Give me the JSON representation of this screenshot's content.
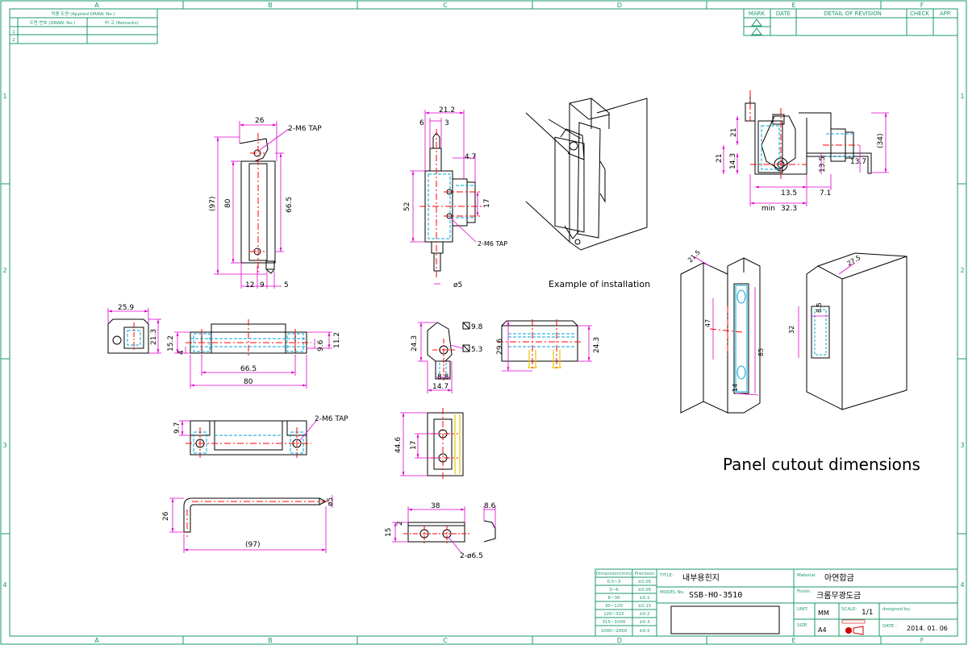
{
  "grid": {
    "columns": [
      "A",
      "B",
      "C",
      "D",
      "E",
      "F"
    ],
    "rows": [
      "1",
      "2",
      "3",
      "4"
    ]
  },
  "applied_table": {
    "header": "적용 도면 (Applied DRAW. No.)",
    "col1": "도면 번호 (DRAW. No.)",
    "col2": "비 고 (Remarks)",
    "rows": [
      "1",
      "2"
    ]
  },
  "revision_table": {
    "mark": "MARK",
    "date": "DATE",
    "detail": "DETAIL OF REVISION",
    "check": "CHECK",
    "app": "APP."
  },
  "labels": {
    "installation": "Example of installation",
    "panel_cutout": "Panel cutout dimensions",
    "tap1": "2-M6 TAP",
    "tap2": "2-M6 TAP",
    "tap3": "2-M6 TAP",
    "hole": "2-ø6.5"
  },
  "dims": {
    "front_width": "26",
    "front_97": "(97)",
    "front_80": "80",
    "front_665": "66.5",
    "front_b12": "12",
    "front_b9": "9",
    "front_b5": "5",
    "side_212": "21.2",
    "side_6": "6",
    "side_3": "3",
    "side_47": "4.7",
    "side_52": "52",
    "side_17": "17",
    "side_d5": "ø5",
    "iso_21a": "21",
    "iso_21b": "21",
    "iso_143": "14.3",
    "iso_135a": "13.5",
    "iso_135b": "13.5",
    "iso_137": "13.7",
    "iso_34": "(34)",
    "iso_71": "7.1",
    "iso_min": "min",
    "iso_323": "32.3",
    "end_259": "25.9",
    "end_213": "21.3",
    "top_152": "15.2",
    "top_4": "4",
    "top_112": "11.2",
    "top_96": "9.6",
    "top_665": "66.5",
    "top_80": "80",
    "part_243": "24.3",
    "part_98": "9.8",
    "part_53": "5.3",
    "part_88": "8.8",
    "part_147": "14.7",
    "blk_296": "29.6",
    "blk_243": "24.3",
    "bot_97": "9.7",
    "plate_446": "44.6",
    "plate_17": "17",
    "rod_26": "26",
    "rod_d5": "ø5",
    "rod_97": "(97)",
    "strip_38": "38",
    "strip_15": "15",
    "strip_2": "2",
    "strip_86": "8.6",
    "pan_215": "21.5",
    "pan_47": "47",
    "pan_85": "85",
    "pan_14": "14",
    "pan2_275": "27.5",
    "pan2_32": "32",
    "pan2_85": "8.5"
  },
  "title_block": {
    "dim_header": "Dimension(mm)",
    "prec_header": "Precision",
    "tolerances": [
      {
        "range": "0.5~3",
        "tol": "±0.05"
      },
      {
        "range": "3~6",
        "tol": "±0.05"
      },
      {
        "range": "6~30",
        "tol": "±0.1"
      },
      {
        "range": "30~120",
        "tol": "±0.15"
      },
      {
        "range": "120~315",
        "tol": "±0.2"
      },
      {
        "range": "315~1000",
        "tol": "±0.3"
      },
      {
        "range": "1000~2000",
        "tol": "±0.5"
      }
    ],
    "title_label": "TITLE:",
    "title_value": "내부용힌지",
    "model_label": "MODEL No.",
    "model_value": "SSB-HO-3510",
    "material_label": "Material:",
    "material_value": "아연합금",
    "finish_label": "Finish:",
    "finish_value": "크롬무광도금",
    "unit_label": "UNIT:",
    "unit_value": "MM",
    "scale_label": "SCALE:",
    "scale_value": "1/1",
    "designed_label": "designed by:",
    "size_label": "SIZE:",
    "size_value": "A4",
    "date_label": "DATE :",
    "date_value": "2014. 01. 06"
  },
  "colors": {
    "frame": "#1a9a6a",
    "outline": "#000000",
    "dimension": "#e000d0",
    "center": "#ff0000",
    "hidden": "#00a6d6",
    "thread": "#e8c400"
  }
}
